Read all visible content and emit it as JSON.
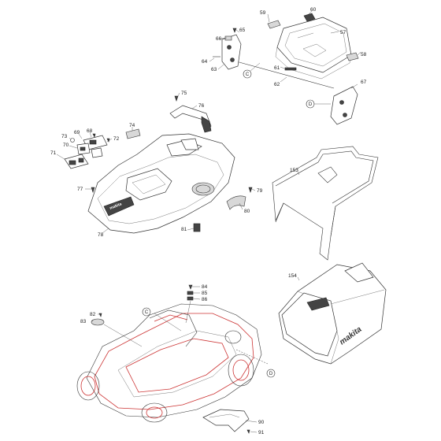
{
  "part_labels": [
    "59",
    "60",
    "65",
    "66",
    "57",
    "58",
    "64",
    "63",
    "61",
    "62",
    "67",
    "75",
    "76",
    "74",
    "68",
    "69",
    "73",
    "72",
    "70",
    "71",
    "77",
    "78",
    "79",
    "80",
    "81",
    "153",
    "154",
    "84",
    "85",
    "86",
    "82",
    "83",
    "90",
    "91"
  ],
  "ref_markers": [
    "C",
    "D",
    "C",
    "D"
  ],
  "brand": "makita"
}
